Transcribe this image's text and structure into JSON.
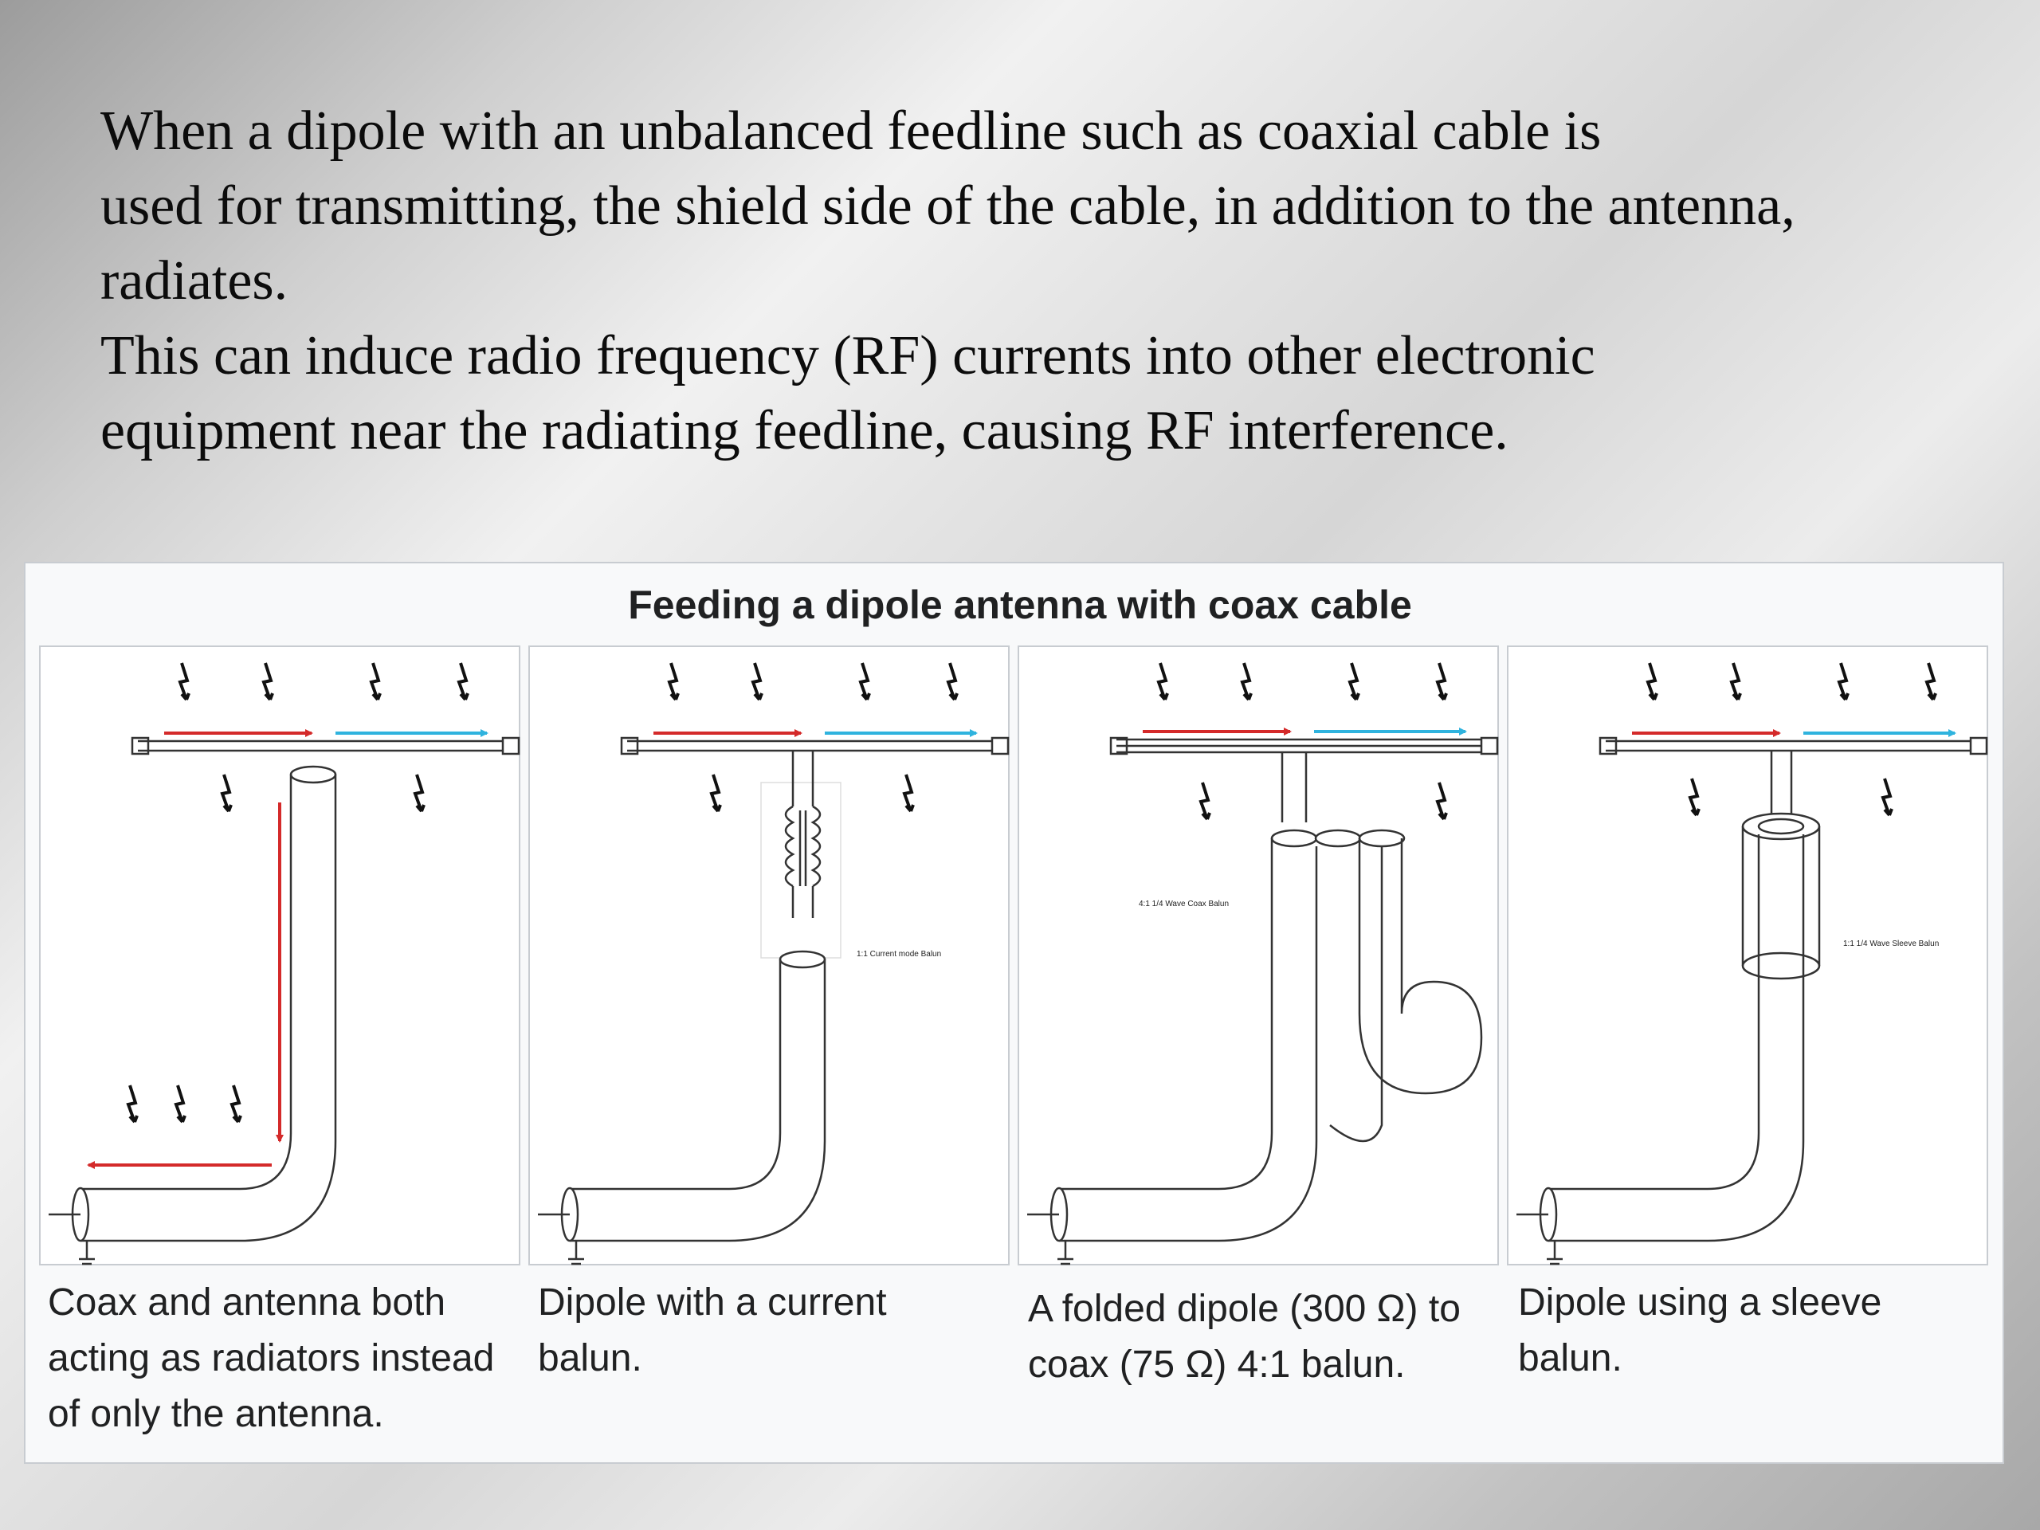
{
  "slide": {
    "lines": [
      "When a dipole with an unbalanced feedline such as coaxial cable is",
      "used for transmitting, the shield side of the cable, in addition to the antenna,",
      "radiates.",
      "This can induce radio frequency (RF) currents into other electronic",
      "equipment near the radiating feedline, causing RF interference."
    ]
  },
  "figure": {
    "title": "Feeding a dipole antenna with coax cable",
    "panels": [
      {
        "caption_lines": [
          "Coax and antenna both",
          "acting as radiators instead",
          "of only the antenna."
        ],
        "label": ""
      },
      {
        "caption_lines": [
          "Dipole with a current",
          "balun."
        ],
        "label": "1:1 Current mode Balun"
      },
      {
        "caption_lines": [
          "A folded dipole (300 Ω) to",
          "coax (75 Ω) 4:1 balun."
        ],
        "label": "4:1 1/4 Wave Coax Balun"
      },
      {
        "caption_lines": [
          "Dipole using a sleeve",
          "balun."
        ],
        "label": "1:1 1/4 Wave Sleeve Balun"
      }
    ]
  },
  "colors": {
    "current_red": "#d42a2a",
    "current_blue": "#2fb3de",
    "line": "#333333"
  }
}
